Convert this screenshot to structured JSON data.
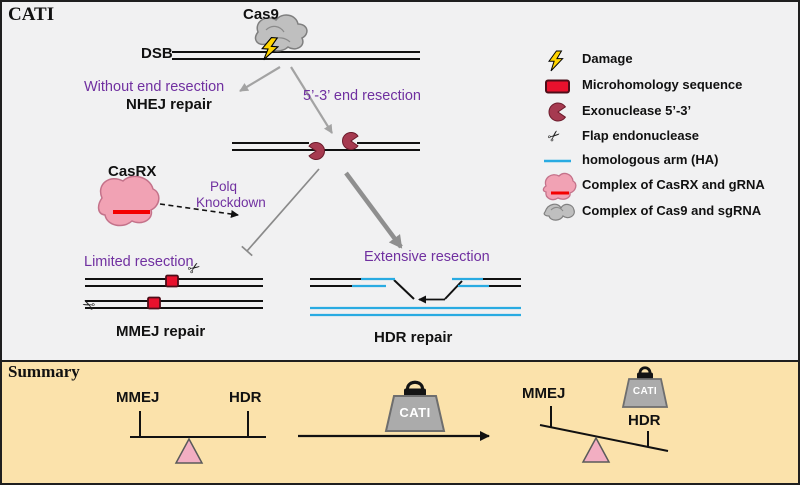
{
  "diagram": {
    "title": "CATI",
    "cas9": "Cas9",
    "dsb": "DSB",
    "without_end_resection": "Without end resection",
    "nhej_repair": "NHEJ repair",
    "end_resection": "5’-3’ end resection",
    "casrx": "CasRX",
    "polq_line1": "Polq",
    "polq_line2": "Knockdown",
    "limited_resection": "Limited resection",
    "extensive_resection": "Extensive resection",
    "mmej_repair": "MMEJ repair",
    "hdr_repair": "HDR repair"
  },
  "legend": {
    "items": [
      {
        "icon": "damage-bolt-icon",
        "label": "Damage"
      },
      {
        "icon": "microhomology-icon",
        "label": "Microhomology sequence"
      },
      {
        "icon": "exonuclease-icon",
        "label": "Exonuclease 5’-3’"
      },
      {
        "icon": "flap-endonuclease-icon",
        "label": "Flap endonuclease"
      },
      {
        "icon": "homologous-arm-icon",
        "label": "homologous arm (HA)"
      },
      {
        "icon": "casrx-complex-icon",
        "label": "Complex of CasRX and gRNA"
      },
      {
        "icon": "cas9-complex-icon",
        "label": "Complex of Cas9 and sgRNA"
      }
    ]
  },
  "summary": {
    "title": "Summary",
    "before": {
      "left": "MMEJ",
      "right": "HDR"
    },
    "weight": "CATI",
    "after": {
      "left": "MMEJ",
      "right": "HDR"
    }
  },
  "icons": {
    "scissors": "✂"
  },
  "colors": {
    "purple": "#7030A0",
    "red_block": "#E8112D",
    "exonuclease": "#A63A50",
    "homologous_arm_blue": "#29ABE2",
    "casrx_pink": "#F1A2B4",
    "summary_bg": "#FBE2AB",
    "top_bg": "#F1F1F2",
    "arrow_gray": "#A3A3A3"
  }
}
